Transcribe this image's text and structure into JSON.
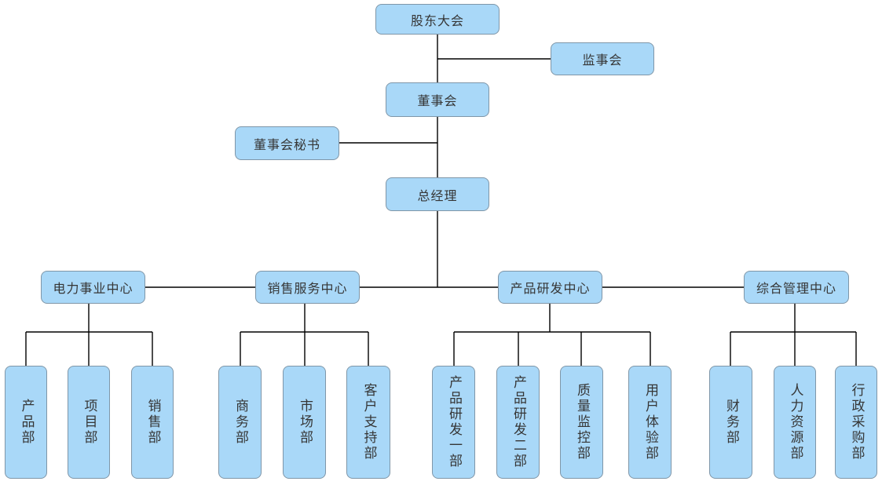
{
  "diagram": {
    "type": "org-chart",
    "colors": {
      "background": "#ffffff",
      "node_fill": "#a9d8f8",
      "node_border": "#7f96a8",
      "node_text": "#363636",
      "connector": "#000000"
    },
    "nodes": {
      "shareholders_meeting": "股东大会",
      "supervisory_board": "监事会",
      "board_of_directors": "董事会",
      "board_secretary": "董事会秘书",
      "general_manager": "总经理",
      "power_business_center": "电力事业中心",
      "sales_service_center": "销售服务中心",
      "product_rd_center": "产品研发中心",
      "general_management_center": "综合管理中心",
      "product_dept": "产品部",
      "project_dept": "项目部",
      "sales_dept": "销售部",
      "business_dept": "商务部",
      "marketing_dept": "市场部",
      "customer_support_dept": "客户支持部",
      "product_rd_dept_1": "产品研发一部",
      "product_rd_dept_2": "产品研发二部",
      "quality_control_dept": "质量监控部",
      "user_experience_dept": "用户体验部",
      "finance_dept": "财务部",
      "hr_dept": "人力资源部",
      "admin_procurement_dept": "行政采购部"
    },
    "hierarchy": [
      {
        "parent": "股东大会",
        "children": [
          "监事会",
          "董事会"
        ]
      },
      {
        "parent": "董事会",
        "children": [
          "董事会秘书",
          "总经理"
        ]
      },
      {
        "parent": "总经理",
        "children": [
          "电力事业中心",
          "销售服务中心",
          "产品研发中心",
          "综合管理中心"
        ]
      },
      {
        "parent": "电力事业中心",
        "children": [
          "产品部",
          "项目部",
          "销售部"
        ]
      },
      {
        "parent": "销售服务中心",
        "children": [
          "商务部",
          "市场部",
          "客户支持部"
        ]
      },
      {
        "parent": "产品研发中心",
        "children": [
          "产品研发一部",
          "产品研发二部",
          "质量监控部",
          "用户体验部"
        ]
      },
      {
        "parent": "综合管理中心",
        "children": [
          "财务部",
          "人力资源部",
          "行政采购部"
        ]
      }
    ]
  }
}
